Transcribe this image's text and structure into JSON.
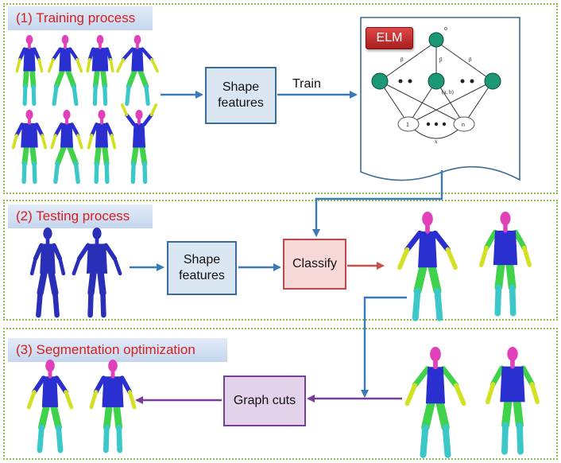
{
  "sections": {
    "training": {
      "title": "(1) Training process"
    },
    "testing": {
      "title": "(2) Testing process"
    },
    "segmentation": {
      "title": "(3) Segmentation optimization"
    }
  },
  "nodes": {
    "shape_features_train": "Shape\nfeatures",
    "train_label": "Train",
    "elm_label": "ELM",
    "shape_features_test": "Shape\nfeatures",
    "classify": "Classify",
    "graph_cuts": "Graph cuts"
  },
  "network": {
    "output_label": "o",
    "weight_labels": [
      "β",
      "β",
      "β"
    ],
    "hidden_label": "(a, b)",
    "input_labels": [
      "1",
      "n"
    ],
    "input_var": "x"
  },
  "colors": {
    "panel_border": "#8dbb4c",
    "title_text": "#d42020",
    "arrow_blue": "#3b7ab8",
    "arrow_red": "#c9504b",
    "arrow_purple": "#7a3f95",
    "mesh_head": "#e040b8",
    "mesh_torso": "#2a2fd0",
    "mesh_legs": "#3fd24a",
    "mesh_shins": "#3cc8c8",
    "mesh_yellow": "#d4e024"
  }
}
